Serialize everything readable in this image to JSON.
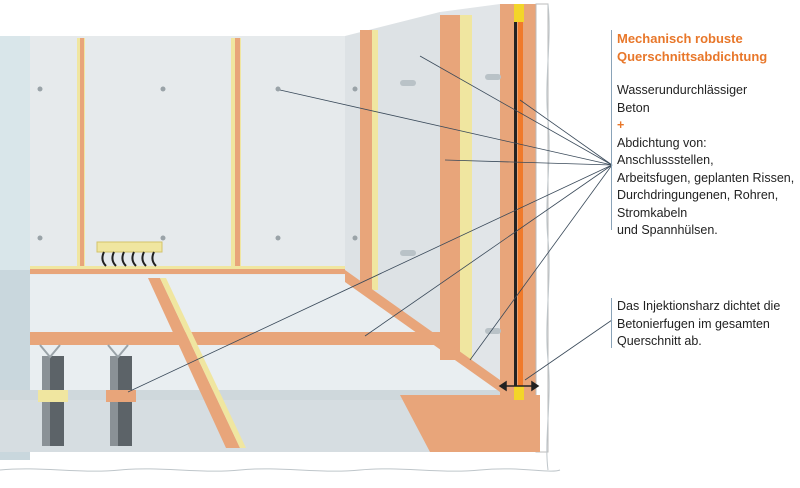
{
  "title": {
    "line1": "Mechanisch robuste",
    "line2": "Querschnittsabdichtung"
  },
  "description": {
    "line1": "Wasserundurchlässiger",
    "line2": "Beton",
    "plus": "+",
    "line3": "Abdichtung von:",
    "line4": "Anschlussstellen,",
    "line5": "Arbeitsfugen, geplanten Rissen,",
    "line6": "Durchdringungenen, Rohren,",
    "line7": "Stromkabeln",
    "line8": "und Spannhülsen."
  },
  "note": {
    "line1": "Das Injektionsharz dichtet die",
    "line2": "Betonierfugen im gesamten",
    "line3": "Querschnitt ab."
  },
  "colors": {
    "accent": "#e8772a",
    "concrete": "#e4e8ea",
    "seal": "#e8a57a",
    "hose": "#f0e6a0"
  }
}
